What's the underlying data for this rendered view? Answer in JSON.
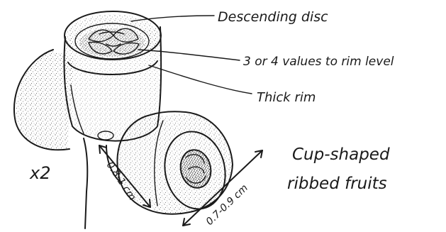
{
  "labels": {
    "descending_disc": "Descending disc",
    "valves": "3 or 4 values to rim level",
    "thick_rim": "Thick rim",
    "caption_line1": "Cup-shaped",
    "caption_line2": "ribbed fruits",
    "magnification": "x2",
    "dimension_length": "0.8-1 cm",
    "dimension_width": "0.7-0.9 cm"
  }
}
